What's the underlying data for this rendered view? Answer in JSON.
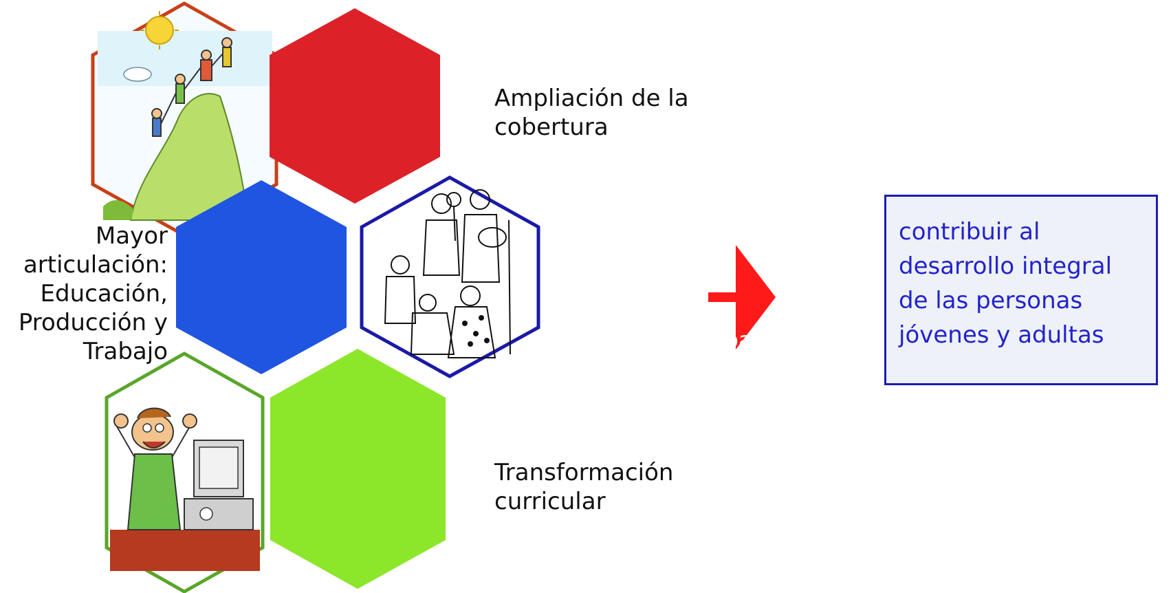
{
  "hexagons": [
    {
      "id": "top-red",
      "color": "#dc2128"
    },
    {
      "id": "middle-blue",
      "color": "#1f55e0"
    },
    {
      "id": "bottom-green",
      "color": "#8ce62a"
    },
    {
      "id": "photo-top",
      "border": "#c8401a"
    },
    {
      "id": "photo-middle",
      "border": "#1a1aa8"
    },
    {
      "id": "photo-bottom",
      "border": "#5aa62a"
    }
  ],
  "labels": {
    "cobertura": "Ampliación de la\ncobertura",
    "articulacion": "Mayor\narticulación:\nEducación,\nProducción y\nTrabajo",
    "curricular": "Transformación\ncurricular"
  },
  "arrow": {
    "label": "para",
    "color": "#ff1a1a"
  },
  "result": {
    "text": "contribuir al\ndesarrollo integral\nde las personas\njóvenes y adultas",
    "border_color": "#1b1bb0",
    "text_color": "#2222cc"
  }
}
